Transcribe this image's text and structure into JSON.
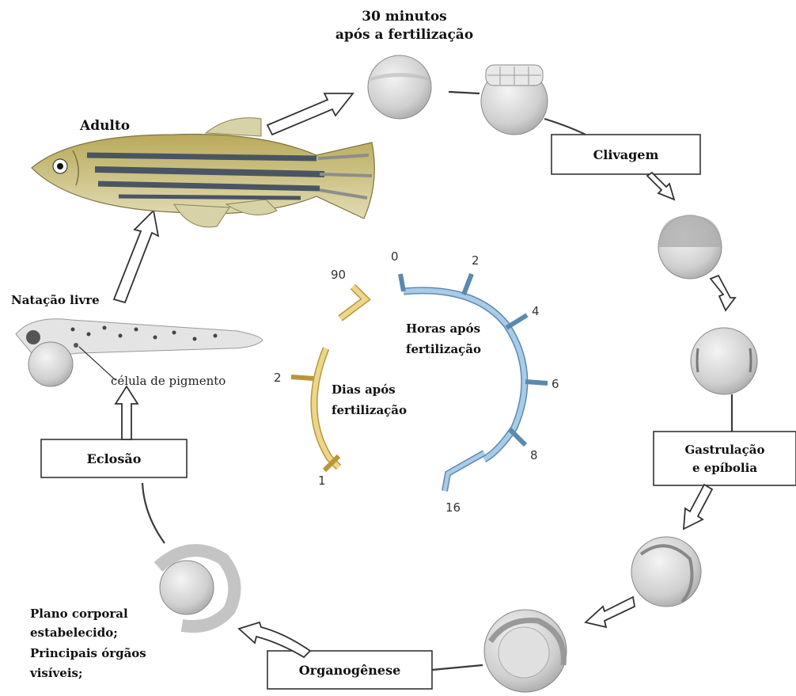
{
  "stages": {
    "fertilization": [
      "30 minutos",
      "após a fertilização"
    ],
    "cleavage": "Clivagem",
    "gastrulation": [
      "Gastrulação",
      "e epíbolia"
    ],
    "organogenesis": "Organogênese",
    "organogenesis_note": [
      "Plano corporal",
      "estabelecido;",
      "Principais órgãos",
      "visíveis;"
    ],
    "hatching": "Eclosão",
    "free_swimming": "Natação livre",
    "pigment_cell": "célula de pigmento",
    "adult": "Adulto"
  },
  "hours_ring": {
    "label": [
      "Horas após",
      "fertilização"
    ],
    "ticks": [
      "0",
      "2",
      "4",
      "6",
      "8",
      "16"
    ],
    "color": "#a9cbe6",
    "stroke": "#5b8ab0"
  },
  "days_ring": {
    "label": [
      "Dias após",
      "fertilização"
    ],
    "ticks": [
      "1",
      "2",
      "90"
    ],
    "color": "#ecd68c",
    "stroke": "#b8963a"
  },
  "colors": {
    "embryo_fill": "#d8d8d8",
    "fish_body": "#c9b96a",
    "fish_stripe": "#4a5563"
  }
}
